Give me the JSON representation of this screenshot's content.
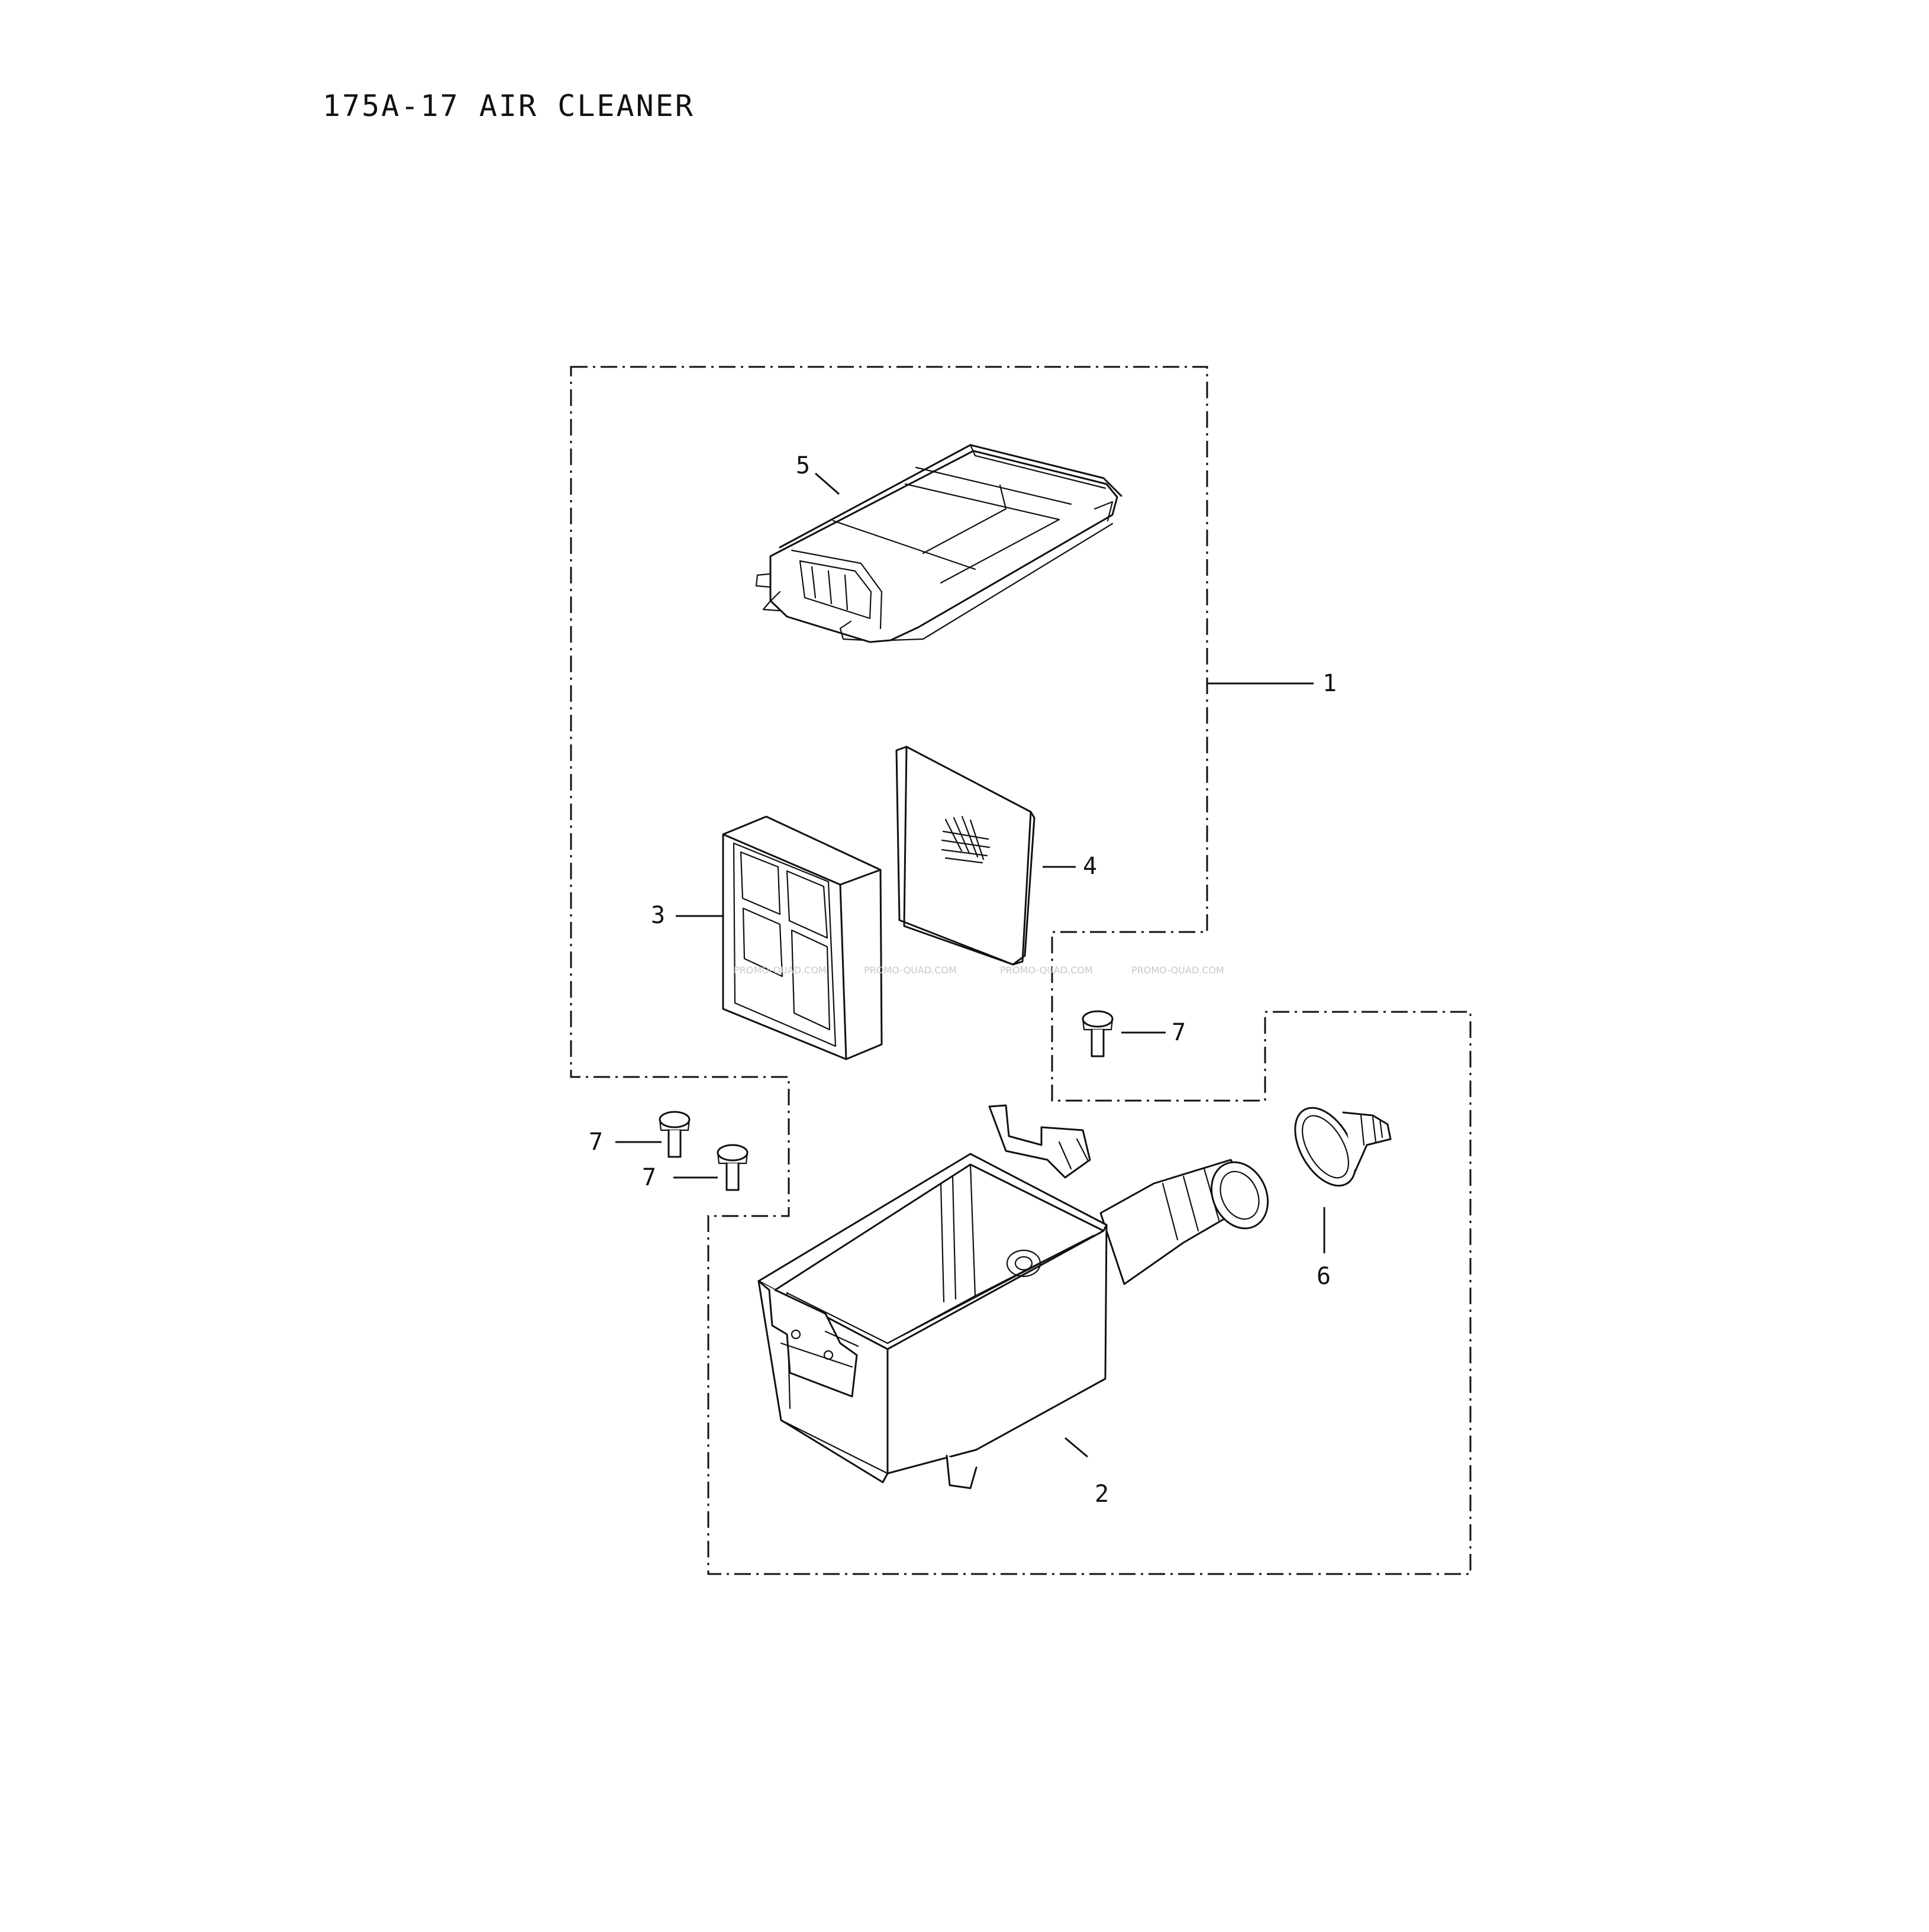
{
  "diagram": {
    "title": "175A-17 AIR CLEANER",
    "callouts": {
      "c1": "1",
      "c2": "2",
      "c3": "3",
      "c4": "4",
      "c5": "5",
      "c6": "6",
      "c7": "7"
    },
    "watermark": "PROMO-QUAD.COM"
  }
}
